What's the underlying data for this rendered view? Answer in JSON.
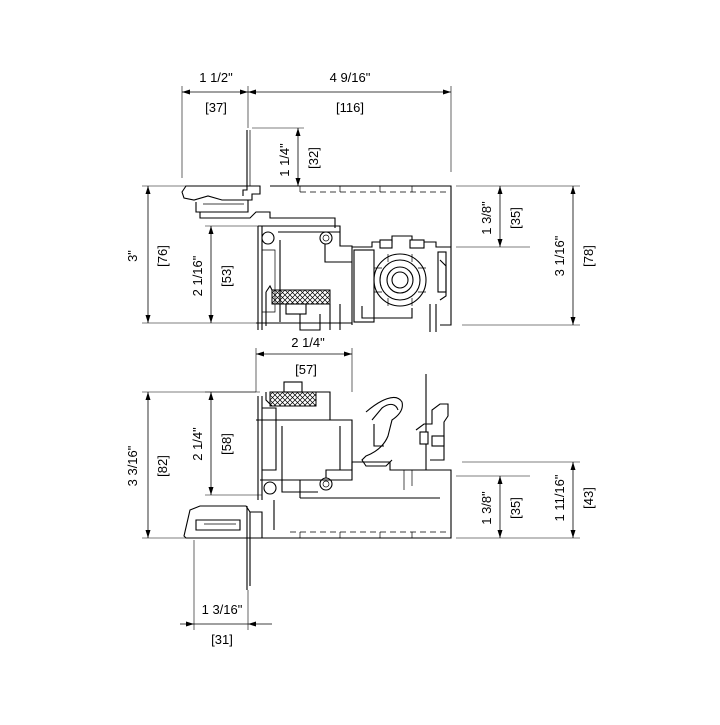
{
  "top_section": {
    "width_left": "1 1/2\"",
    "width_left_mm": "[37]",
    "width_right": "4 9/16\"",
    "width_right_mm": "[116]",
    "upper_height": "1 1/4\"",
    "upper_height_mm": "[32]",
    "overall_height": "3\"",
    "overall_height_mm": "[76]",
    "inner_height": "2 1/16\"",
    "inner_height_mm": "[53]",
    "right_height": "1 3/8\"",
    "right_height_mm": "[35]",
    "right_overall": "3 1/16\"",
    "right_overall_mm": "[78]"
  },
  "middle": {
    "width": "2 1/4\"",
    "width_mm": "[57]"
  },
  "bottom_section": {
    "overall_height": "3 3/16\"",
    "overall_height_mm": "[82]",
    "inner_height": "2 1/4\"",
    "inner_height_mm": "[58]",
    "right_height": "1 3/8\"",
    "right_height_mm": "[35]",
    "right_overall": "1 11/16\"",
    "right_overall_mm": "[43]",
    "bottom_width": "1 3/16\"",
    "bottom_width_mm": "[31]"
  }
}
